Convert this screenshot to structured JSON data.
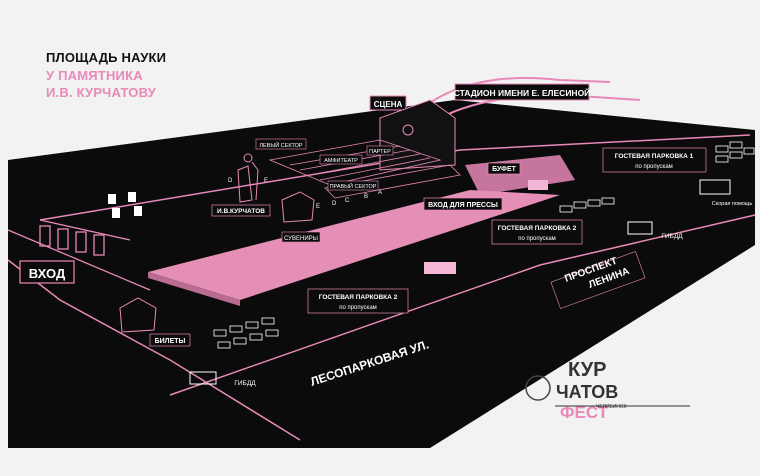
{
  "header": {
    "title_line1": "ПЛОЩАДЬ НАУКИ",
    "title_line2": "У ПАМЯТНИКА",
    "title_line3": "И.В. КУРЧАТОВУ"
  },
  "colors": {
    "ground": "#0b0b0b",
    "accent": "#e889b8",
    "background": "#f2f2f2"
  },
  "labels": {
    "stadium": "СТАДИОН ИМЕНИ Е. ЕЛЕСИНОЙ",
    "stage": "СЦЕНА",
    "left_sector": "ЛЕВЫЙ СЕКТОР",
    "parter": "ПАРТЕР",
    "amphitheater": "АМФИТЕАТР",
    "right_sector": "ПРАВЫЙ СЕКТОР",
    "buffet": "БУФЕТ",
    "press_entrance": "ВХОД ДЛЯ ПРЕССЫ",
    "monument": "И.В.КУРЧАТОВ",
    "souvenirs": "СУВЕНИРЫ",
    "entrance": "ВХОД",
    "tickets": "БИЛЕТЫ",
    "gibdd_left": "ГИБДД",
    "gibdd_right": "ГИБДД",
    "ambulance": "Скорая помощь",
    "street_forest": "ЛЕСОПАРКОВАЯ УЛ.",
    "avenue_line1": "ПРОСПЕКТ",
    "avenue_line2": "ЛЕНИНА"
  },
  "parking": {
    "guest1_title": "ГОСТЕВАЯ ПАРКОВКА 1",
    "guest1_sub": "по пропускам",
    "guest2a_title": "ГОСТЕВАЯ ПАРКОВКА 2",
    "guest2a_sub": "по пропускам",
    "guest2b_title": "ГОСТЕВАЯ ПАРКОВКА 2",
    "guest2b_sub": "по пропускам"
  },
  "seat_letters": [
    "А",
    "B",
    "C",
    "D",
    "E"
  ],
  "logo": {
    "text1": "КУР",
    "text2": "ЧАТОВ",
    "text3": "ФЕСТ",
    "city": "ЧЕЛЯБИНСК"
  }
}
